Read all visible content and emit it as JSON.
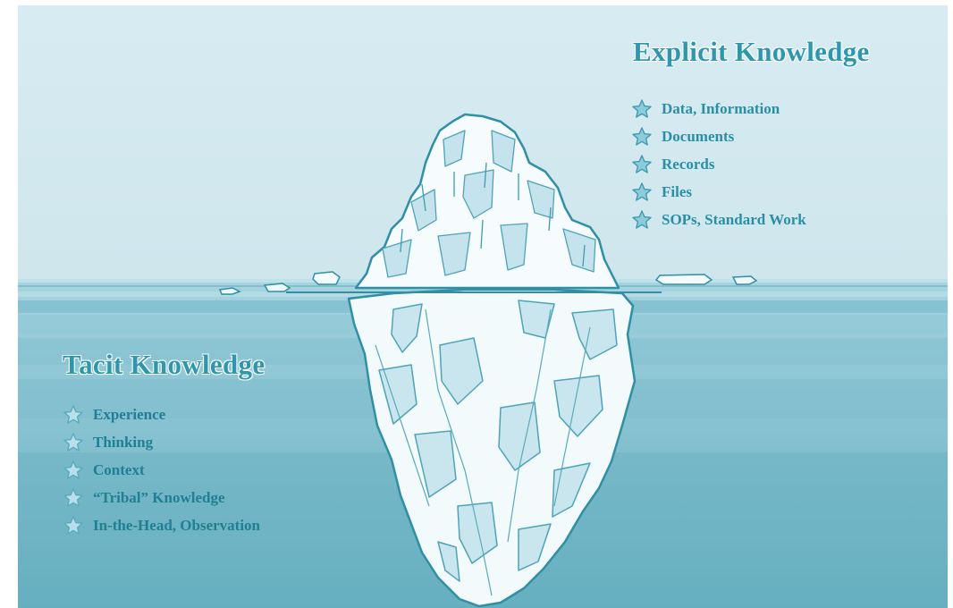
{
  "explicit": {
    "title": "Explicit Knowledge",
    "items": [
      {
        "label": "Data, Information",
        "icon": "star-icon"
      },
      {
        "label": "Documents",
        "icon": "star-icon"
      },
      {
        "label": "Records",
        "icon": "star-icon"
      },
      {
        "label": "Files",
        "icon": "star-icon"
      },
      {
        "label": "SOPs, Standard Work",
        "icon": "star-icon"
      }
    ]
  },
  "tacit": {
    "title": "Tacit Knowledge",
    "items": [
      {
        "label": "Experience",
        "icon": "star-icon"
      },
      {
        "label": "Thinking",
        "icon": "star-icon"
      },
      {
        "label": "Context",
        "icon": "star-icon"
      },
      {
        "label": "“Tribal” Knowledge",
        "icon": "star-icon"
      },
      {
        "label": "In-the-Head, Observation",
        "icon": "star-icon"
      }
    ]
  },
  "colors": {
    "sky": "#d6ebf1",
    "water_surface": "#9fd0dc",
    "water_deep": "#6ab3c4",
    "ice": "#f4fbfd",
    "ice_shadow": "#bfe0ea",
    "outline": "#2f8fa4",
    "text": "#2e97ad"
  }
}
